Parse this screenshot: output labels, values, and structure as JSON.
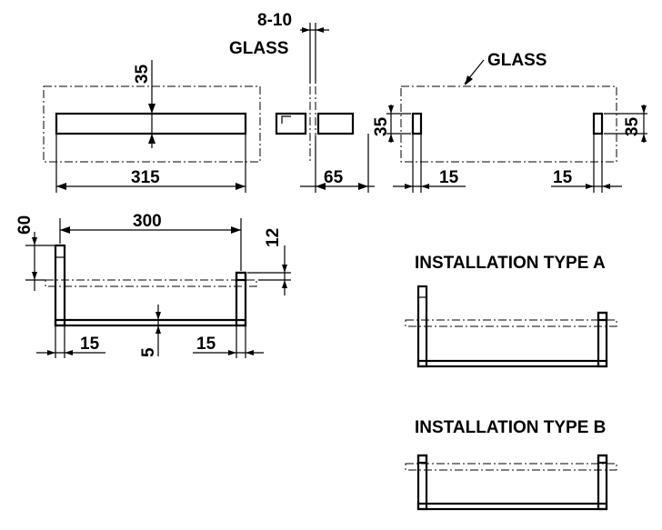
{
  "labels": {
    "glass_thickness": "8-10",
    "glass_top": "GLASS",
    "glass_right": "GLASS",
    "installation_a": "INSTALLATION TYPE A",
    "installation_b": "INSTALLATION TYPE B"
  },
  "dimensions": {
    "bar_height": "35",
    "bar_length": "315",
    "side_depth": "65",
    "clip_height_left": "35",
    "clip_height_right": "35",
    "clip_offset_left": "15",
    "clip_offset_right": "15",
    "post_height": "60",
    "span": "300",
    "clip_gap": "12",
    "rail_thickness": "5",
    "front_offset_left": "15",
    "front_offset_right": "15"
  }
}
